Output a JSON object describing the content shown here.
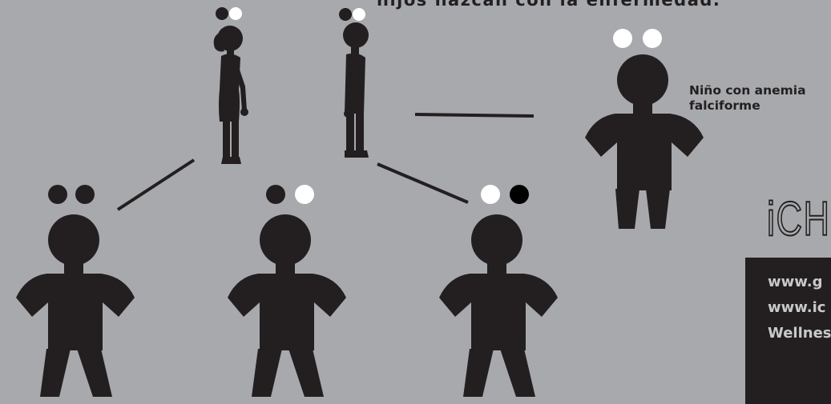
{
  "caption_top": "hijos nazcan con la enfermedad.",
  "child_label": "Niño con anemia\nfalciforme",
  "brand_text": "iCH",
  "links": [
    "www.g",
    "www.ic",
    "Wellnes"
  ],
  "colors": {
    "background": "#a7a9ac",
    "figure": "#231f20",
    "allele_normal": "#ffffff",
    "allele_sickle": "#000000"
  },
  "figures": [
    {
      "role": "parent-mother",
      "alleles": [
        "sickle",
        "normal"
      ]
    },
    {
      "role": "parent-father",
      "alleles": [
        "sickle",
        "normal"
      ]
    },
    {
      "role": "child-sickle-cell",
      "alleles": [
        "normal",
        "normal"
      ]
    },
    {
      "role": "child-1",
      "alleles": [
        "sickle",
        "sickle"
      ]
    },
    {
      "role": "child-2",
      "alleles": [
        "sickle",
        "normal"
      ]
    },
    {
      "role": "child-3",
      "alleles": [
        "normal",
        "sickle"
      ]
    }
  ]
}
